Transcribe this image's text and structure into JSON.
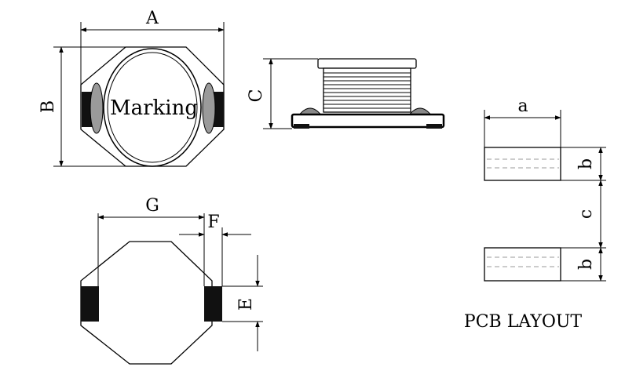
{
  "top_view": {
    "dim_a": "A",
    "dim_b": "B",
    "marking": "Marking"
  },
  "side_view": {
    "dim_c": "C"
  },
  "bottom_view": {
    "dim_g": "G",
    "dim_f": "F",
    "dim_e": "E"
  },
  "pcb_layout": {
    "dim_a": "a",
    "dim_b_top": "b",
    "dim_c": "c",
    "dim_b_bottom": "b",
    "title": "PCB LAYOUT"
  }
}
